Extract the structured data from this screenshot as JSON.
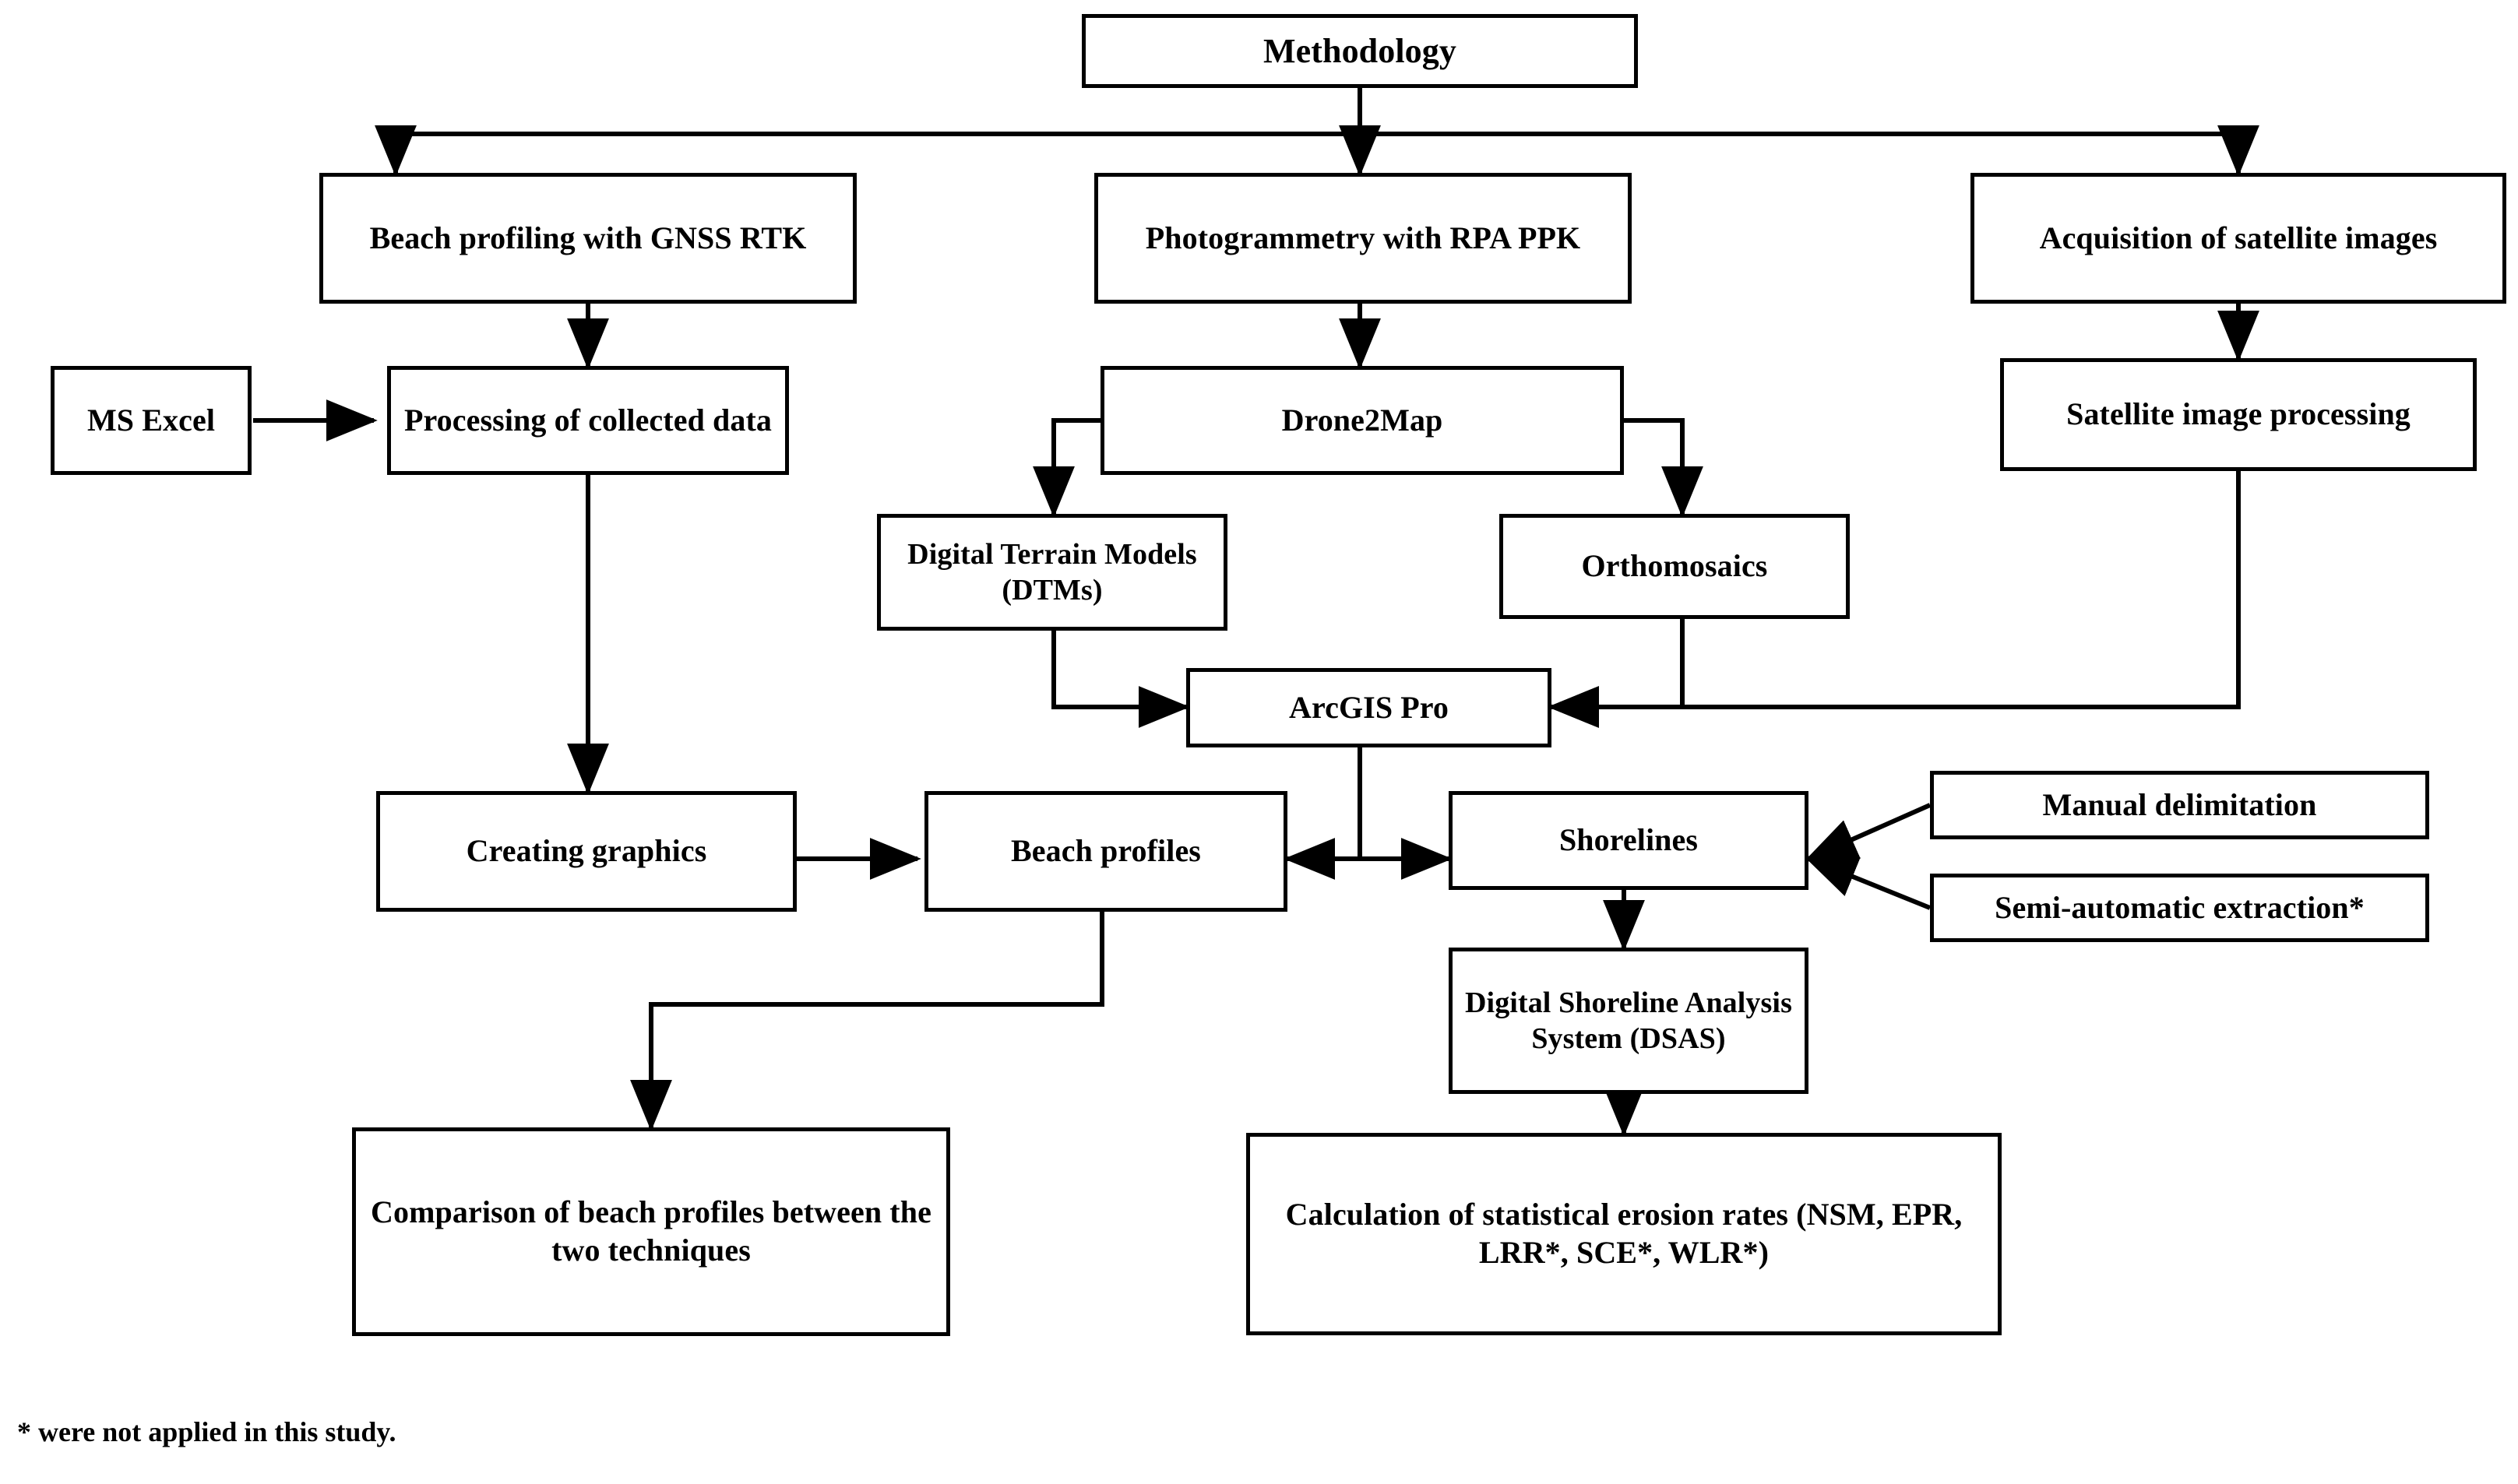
{
  "diagram": {
    "title": "Methodology",
    "footnote": "* were not applied in this study.",
    "stroke_color": "#000000",
    "fill_color": "#ffffff",
    "nodes": [
      {
        "id": "methodology",
        "label": "Methodology"
      },
      {
        "id": "beach_gnss",
        "label": "Beach profiling with GNSS RTK"
      },
      {
        "id": "photogrammetry",
        "label": "Photogrammetry with RPA PPK"
      },
      {
        "id": "satellite_acq",
        "label": "Acquisition of satellite images"
      },
      {
        "id": "ms_excel",
        "label": "MS Excel"
      },
      {
        "id": "processing",
        "label": "Processing of collected data"
      },
      {
        "id": "drone2map",
        "label": "Drone2Map"
      },
      {
        "id": "sat_process",
        "label": "Satellite image processing"
      },
      {
        "id": "dtm",
        "label": "Digital Terrain Models (DTMs)"
      },
      {
        "id": "ortho",
        "label": "Orthomosaics"
      },
      {
        "id": "arcgis",
        "label": "ArcGIS Pro"
      },
      {
        "id": "graphics",
        "label": "Creating graphics"
      },
      {
        "id": "beach_profiles",
        "label": "Beach profiles"
      },
      {
        "id": "shorelines",
        "label": "Shorelines"
      },
      {
        "id": "manual",
        "label": "Manual delimitation"
      },
      {
        "id": "semiauto",
        "label": "Semi-automatic extraction*"
      },
      {
        "id": "dsas",
        "label": "Digital Shoreline Analysis System (DSAS)"
      },
      {
        "id": "comparison",
        "label": "Comparison of beach profiles between the two techniques"
      },
      {
        "id": "erosion",
        "label": "Calculation of statistical erosion rates (NSM, EPR, LRR*, SCE*, WLR*)"
      }
    ],
    "edges": [
      {
        "from": "methodology",
        "to": "beach_gnss"
      },
      {
        "from": "methodology",
        "to": "photogrammetry"
      },
      {
        "from": "methodology",
        "to": "satellite_acq"
      },
      {
        "from": "beach_gnss",
        "to": "processing"
      },
      {
        "from": "ms_excel",
        "to": "processing"
      },
      {
        "from": "photogrammetry",
        "to": "drone2map"
      },
      {
        "from": "satellite_acq",
        "to": "sat_process"
      },
      {
        "from": "drone2map",
        "to": "dtm"
      },
      {
        "from": "drone2map",
        "to": "ortho"
      },
      {
        "from": "dtm",
        "to": "arcgis"
      },
      {
        "from": "ortho",
        "to": "arcgis"
      },
      {
        "from": "sat_process",
        "to": "arcgis"
      },
      {
        "from": "processing",
        "to": "graphics"
      },
      {
        "from": "graphics",
        "to": "beach_profiles"
      },
      {
        "from": "arcgis",
        "to": "beach_profiles"
      },
      {
        "from": "arcgis",
        "to": "shorelines"
      },
      {
        "from": "manual",
        "to": "shorelines"
      },
      {
        "from": "semiauto",
        "to": "shorelines"
      },
      {
        "from": "shorelines",
        "to": "dsas"
      },
      {
        "from": "beach_profiles",
        "to": "comparison"
      },
      {
        "from": "dsas",
        "to": "erosion"
      }
    ]
  }
}
